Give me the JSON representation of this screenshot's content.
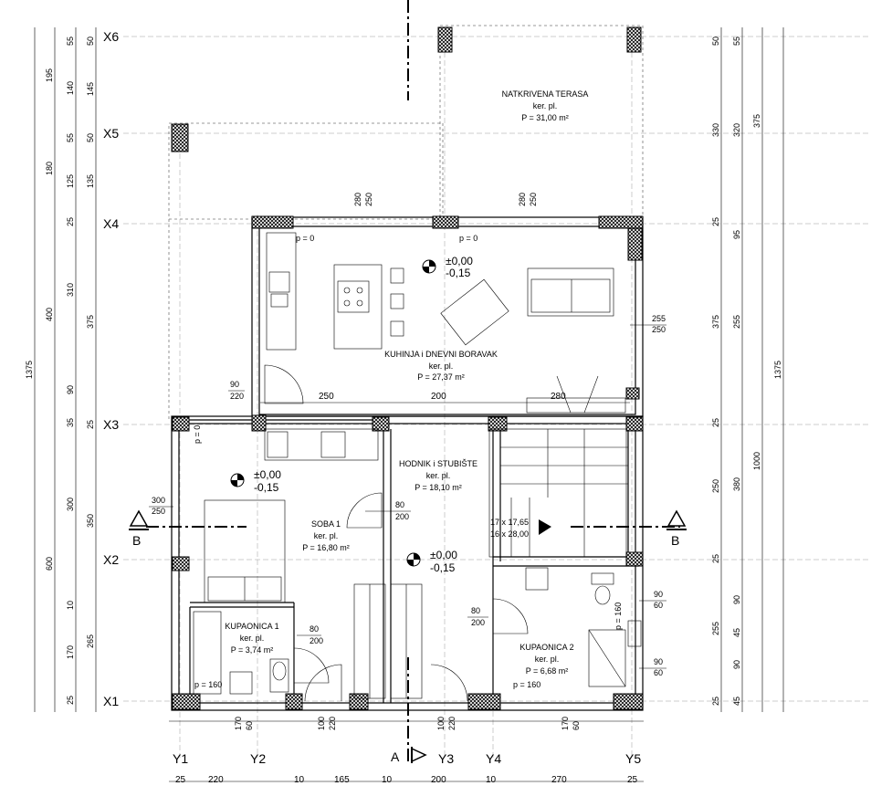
{
  "grid_axes": {
    "x": [
      "X6",
      "X5",
      "X4",
      "X3",
      "X2",
      "X1"
    ],
    "y": [
      "Y1",
      "Y2",
      "Y3",
      "Y4",
      "Y5"
    ]
  },
  "sections": {
    "a": "A",
    "b_left": "B",
    "b_right": "B"
  },
  "rooms": [
    {
      "name": "NATKRIVENA TERASA",
      "floor": "ker. pl.",
      "area": "P = 31,00 m²"
    },
    {
      "name": "KUHINJA i DNEVNI BORAVAK",
      "floor": "ker. pl.",
      "area": "P = 27,37 m²"
    },
    {
      "name": "HODNIK i STUBIŠTE",
      "floor": "ker. pl.",
      "area": "P = 18,10 m²"
    },
    {
      "name": "SOBA 1",
      "floor": "ker. pl.",
      "area": "P = 16,80 m²"
    },
    {
      "name": "KUPAONICA 1",
      "floor": "ker. pl.",
      "area": "P = 3,74 m²"
    },
    {
      "name": "KUPAONICA 2",
      "floor": "ker. pl.",
      "area": "P = 6,68 m²"
    }
  ],
  "levels": [
    {
      "top": "±0,00",
      "bottom": "-0,15"
    },
    {
      "top": "±0,00",
      "bottom": "-0,15"
    },
    {
      "top": "±0,00",
      "bottom": "-0,15"
    }
  ],
  "stairs": {
    "line1": "17 x 17,65",
    "line2": "16 x 28,00"
  },
  "parapets": [
    "p = 0",
    "p = 0",
    "p = 0",
    "p = 160",
    "p = 160",
    "p = 160"
  ],
  "openings": {
    "kitchen_door": [
      "90",
      "220"
    ],
    "soba_door": [
      "80",
      "200"
    ],
    "kup1_door": [
      "80",
      "200"
    ],
    "kup2_door": [
      "80",
      "200"
    ],
    "kup2_win1": [
      "90",
      "60"
    ],
    "kup2_win2": [
      "90",
      "60"
    ],
    "soba_win": [
      "300",
      "250"
    ],
    "top_win1": [
      "280",
      "250"
    ],
    "top_win2": [
      "280",
      "250"
    ],
    "right_win": [
      "255",
      "250"
    ],
    "bottom_win1": [
      "170",
      "60"
    ],
    "bottom_win2": [
      "100",
      "220"
    ],
    "bottom_win3": [
      "100",
      "220"
    ],
    "bottom_win4": [
      "170",
      "60"
    ]
  },
  "interior_dims": {
    "d250": "250",
    "d200": "200",
    "d280": "280"
  },
  "dims_left_outer": [
    "1375"
  ],
  "dims_left_mid": [
    "195",
    "180",
    "400",
    "600"
  ],
  "dims_left_inner": [
    "55",
    "140",
    "55",
    "125",
    "25",
    "310",
    "90",
    "35",
    "300",
    "10",
    "170",
    "25"
  ],
  "dims_left_inner2": [
    "50",
    "145",
    "50",
    "135",
    "375",
    "25",
    "350",
    "265"
  ],
  "dims_right_inner": [
    "50",
    "25",
    "25",
    "25",
    "90",
    "45",
    "90",
    "25",
    "45"
  ],
  "dims_right_mid": [
    "55",
    "330",
    "95",
    "255",
    "380",
    "255"
  ],
  "dims_right_mid2": [
    "320",
    "375",
    "250"
  ],
  "dims_right_outer": [
    "375",
    "1000",
    "1375"
  ],
  "dims_bottom": [
    "25",
    "220",
    "10",
    "165",
    "10",
    "200",
    "10",
    "270",
    "25"
  ]
}
